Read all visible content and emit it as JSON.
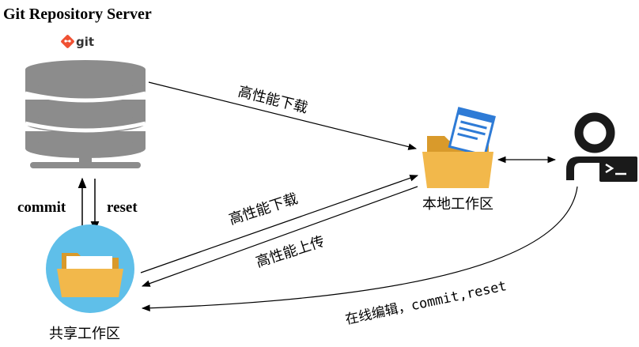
{
  "title": "Git Repository Server",
  "git_logo_text": "git",
  "labels": {
    "commit": "commit",
    "reset": "reset",
    "download_top": "高性能下载",
    "download_mid": "高性能下载",
    "upload": "高性能上传",
    "local_workspace": "本地工作区",
    "shared_workspace": "共享工作区",
    "online_edit": "在线编辑，commit,reset"
  },
  "colors": {
    "server_gray": "#8c8c8c",
    "git_orange": "#f05133",
    "folder_yellow": "#f2b84b",
    "folder_dark": "#d99a2b",
    "shared_circle": "#5fbfe9",
    "doc_blue": "#2e7bd6",
    "user_black": "#1a1a1a",
    "line_black": "#000000"
  },
  "icons": {
    "server": "database-server-icon",
    "git_logo": "git-logo-icon",
    "local_folder": "folder-with-document-icon",
    "shared_folder": "shared-folder-icon",
    "developer": "developer-terminal-icon"
  }
}
